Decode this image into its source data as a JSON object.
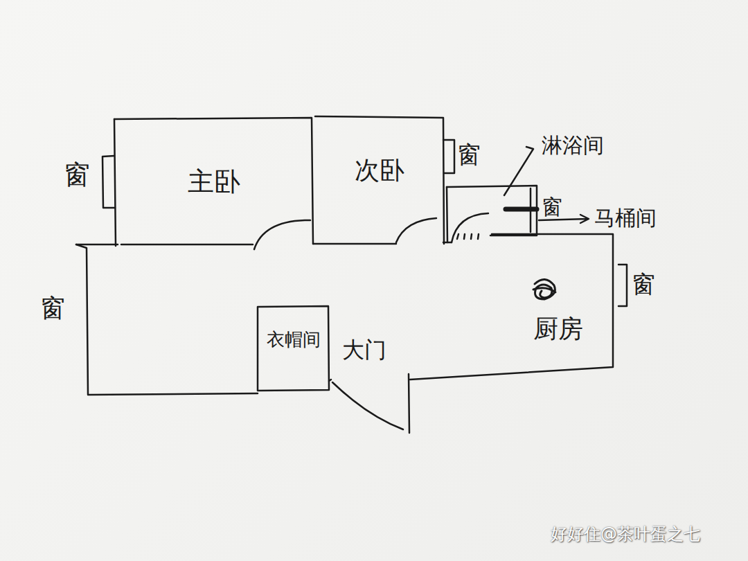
{
  "diagram": {
    "nodes": [
      {
        "text": [
          "主卧"
        ]
      },
      {
        "text": [
          "次卧"
        ]
      },
      {
        "text": [
          "衣帽间"
        ]
      }
    ],
    "labels": [
      "窗",
      "窗",
      "淋浴间",
      "窗",
      "马桶间",
      "窗",
      "窗",
      "厨房",
      "大门",
      "好好住@茶叶蛋之七"
    ]
  }
}
